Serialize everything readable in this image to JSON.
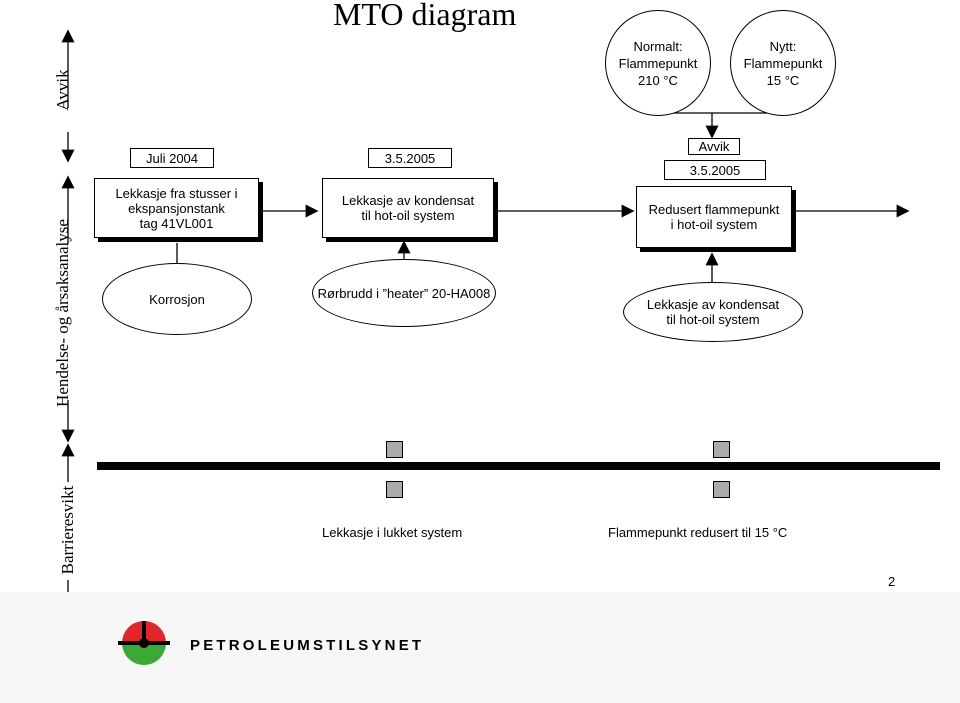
{
  "title": "MTO diagram",
  "side_labels": {
    "avvik": "Avvik",
    "hendelse": "Hendelse- og årsaksanalyse",
    "barriere": "Barrieresvikt"
  },
  "columns": [
    {
      "date": "Juli 2004",
      "event": "Lekkasje fra stusser i\nekspansjonstank\ntag 41VL001",
      "cause": "Korrosjon"
    },
    {
      "date": "3.5.2005",
      "event": "Lekkasje av kondensat\ntil hot-oil system",
      "cause": "Rørbrudd i ”heater” 20-HA008"
    },
    {
      "deviation_label": "Avvik",
      "date": "3.5.2005",
      "event": "Redusert flammepunkt\ni hot-oil system",
      "cause": "Lekkasje av kondensat\ntil hot-oil system"
    }
  ],
  "deviation_circles": [
    {
      "text": "Normalt:\nFlammepunkt\n210 °C"
    },
    {
      "text": "Nytt:\nFlammepunkt\n15 °C"
    }
  ],
  "barriers": [
    {
      "label": "Lekkasje i lukket system"
    },
    {
      "label": "Flammepunkt redusert til 15 °C"
    }
  ],
  "page_number": "2",
  "logo": {
    "name": "PETROLEUMSTILSYNET",
    "colors": {
      "red": "#e0262b",
      "green": "#3aa935",
      "black": "#000000"
    }
  }
}
